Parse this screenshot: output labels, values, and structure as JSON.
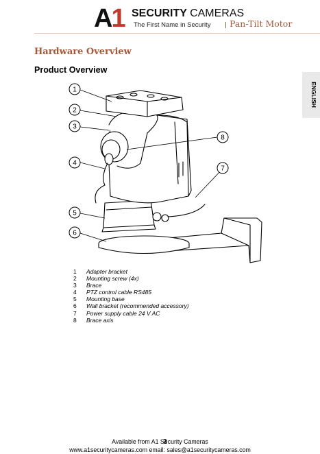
{
  "header": {
    "logo_mark_a": "A",
    "logo_mark_one": "1",
    "logo_name_bold": "SECURITY ",
    "logo_name_rest": "CAMERAS",
    "logo_tagline": "The First Name in Security",
    "product": "Pan-Tilt Motor"
  },
  "section_title": "Hardware Overview",
  "subsection_title": "Product Overview",
  "language_tab": "ENGLISH",
  "figure": {
    "callouts": [
      "1",
      "2",
      "3",
      "4",
      "5",
      "6",
      "7",
      "8"
    ]
  },
  "legend": [
    {
      "num": "1",
      "label": "Adapter bracket"
    },
    {
      "num": "2",
      "label": "Mounting screw (4x)"
    },
    {
      "num": "3",
      "label": "Brace"
    },
    {
      "num": "4",
      "label": "PTZ control cable RS485"
    },
    {
      "num": "5",
      "label": "Mounting base"
    },
    {
      "num": "6",
      "label": "Wall bracket (recommended accessory)"
    },
    {
      "num": "7",
      "label": "Power supply cable 24 V AC"
    },
    {
      "num": "8",
      "label": "Brace axis"
    }
  ],
  "footer": {
    "line1": "Available from A1 Security Cameras",
    "line2": "www.a1securitycameras.com email: sales@a1securitycameras.com",
    "page_number": "3"
  }
}
